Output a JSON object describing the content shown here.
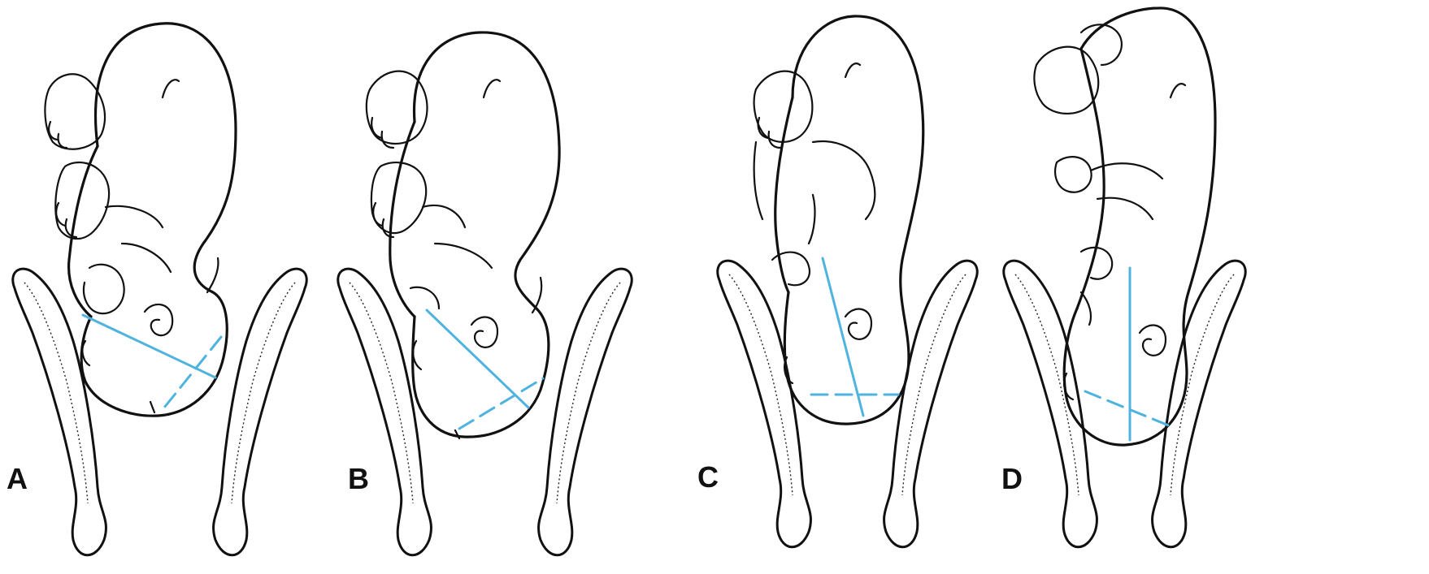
{
  "panels": [
    {
      "label": "A"
    },
    {
      "label": "B"
    },
    {
      "label": "C"
    },
    {
      "label": "D"
    }
  ],
  "colors": {
    "line": "#111111",
    "diameter": "#4fb3e0",
    "background": "#ffffff"
  },
  "icons": [
    "fetus-drawing",
    "pelvis-bone"
  ]
}
